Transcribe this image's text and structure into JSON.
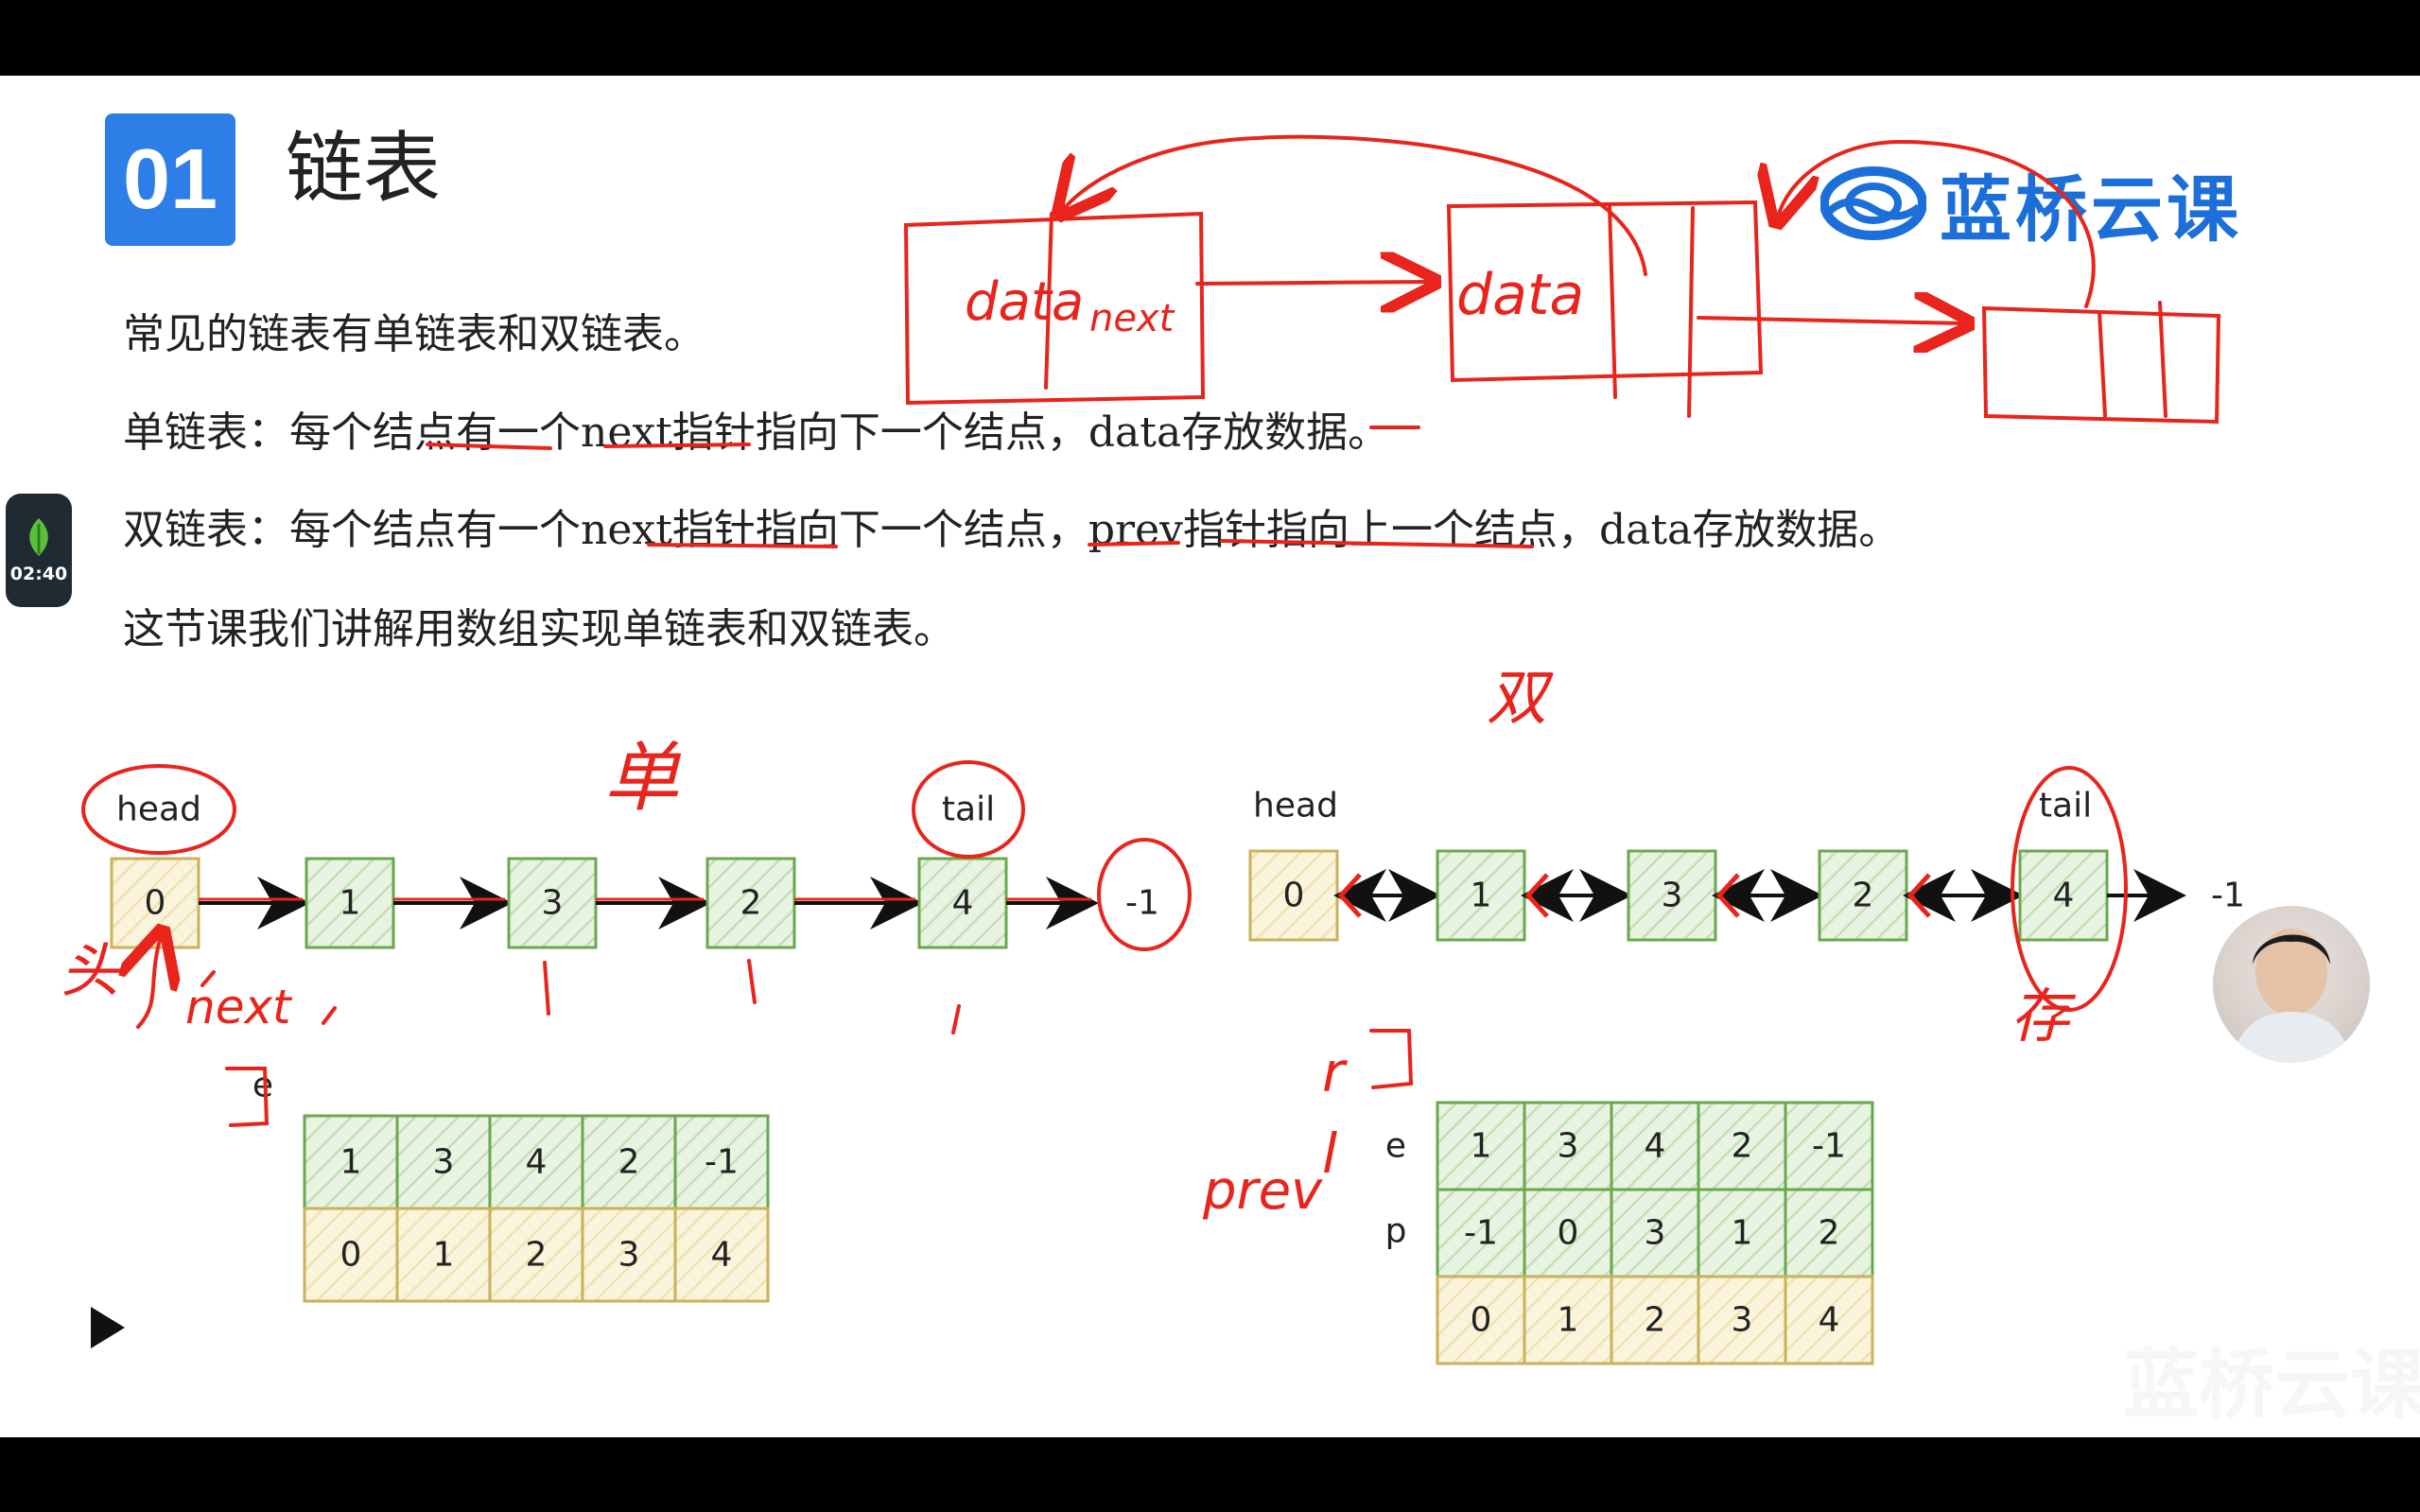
{
  "section": {
    "number": "01",
    "title": "链表"
  },
  "brand": {
    "name": "蓝桥云课",
    "color": "#1c6fd9"
  },
  "timer": {
    "value": "02:40"
  },
  "text_lines": [
    "常见的链表有单链表和双链表。",
    "单链表：每个结点有一个next指针指向下一个结点，data存放数据。",
    "双链表：每个结点有一个next指针指向下一个结点，prev指针指向上一个结点，data存放数据。",
    "这节课我们讲解用数组实现单链表和双链表。"
  ],
  "single_list": {
    "head_label": "head",
    "tail_label": "tail",
    "nodes": [
      "0",
      "1",
      "3",
      "2",
      "4"
    ],
    "end_value": "-1",
    "array_label": "e",
    "next_row": [
      "1",
      "3",
      "4",
      "2",
      "-1"
    ],
    "index_row": [
      "0",
      "1",
      "2",
      "3",
      "4"
    ]
  },
  "double_list": {
    "head_label": "head",
    "tail_label": "tail",
    "nodes": [
      "0",
      "1",
      "3",
      "2",
      "4"
    ],
    "end_value": "-1",
    "row_labels": [
      "e",
      "p"
    ],
    "next_row": [
      "1",
      "3",
      "4",
      "2",
      "-1"
    ],
    "prev_row": [
      "-1",
      "0",
      "3",
      "1",
      "2"
    ],
    "index_row": [
      "0",
      "1",
      "2",
      "3",
      "4"
    ]
  },
  "annotations": {
    "data_box_1": "data",
    "next_box": "next",
    "data_box_2": "data",
    "shuang": "双",
    "dan": "单",
    "tou": "头",
    "next_word": "next",
    "r_mark": "r",
    "l_mark": "l",
    "prev_word": "prev",
    "cun": "存"
  },
  "colors": {
    "accent_blue": "#2d7fe7",
    "ink_red": "#e8241c",
    "node_green_border": "#6aa84f",
    "node_green_fill": "#e8f3e2",
    "node_yellow_border": "#c9b25a",
    "node_yellow_fill": "#fbf4dc"
  }
}
